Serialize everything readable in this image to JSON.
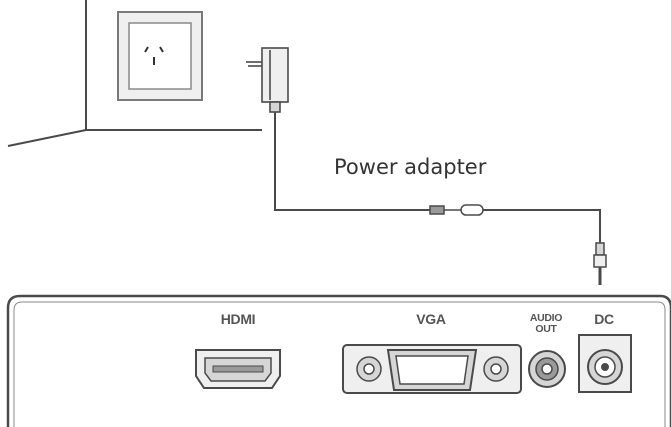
{
  "labels": {
    "adapter": "Power adapter",
    "hdmi": "HDMI",
    "vga": "VGA",
    "audio_line1": "AUDIO",
    "audio_line2": "OUT",
    "dc": "DC"
  },
  "colors": {
    "line": "#4a4a4a",
    "fill_light": "#efefef",
    "fill_mid": "#d6d6d6",
    "fill_dark": "#9a9a9a"
  }
}
